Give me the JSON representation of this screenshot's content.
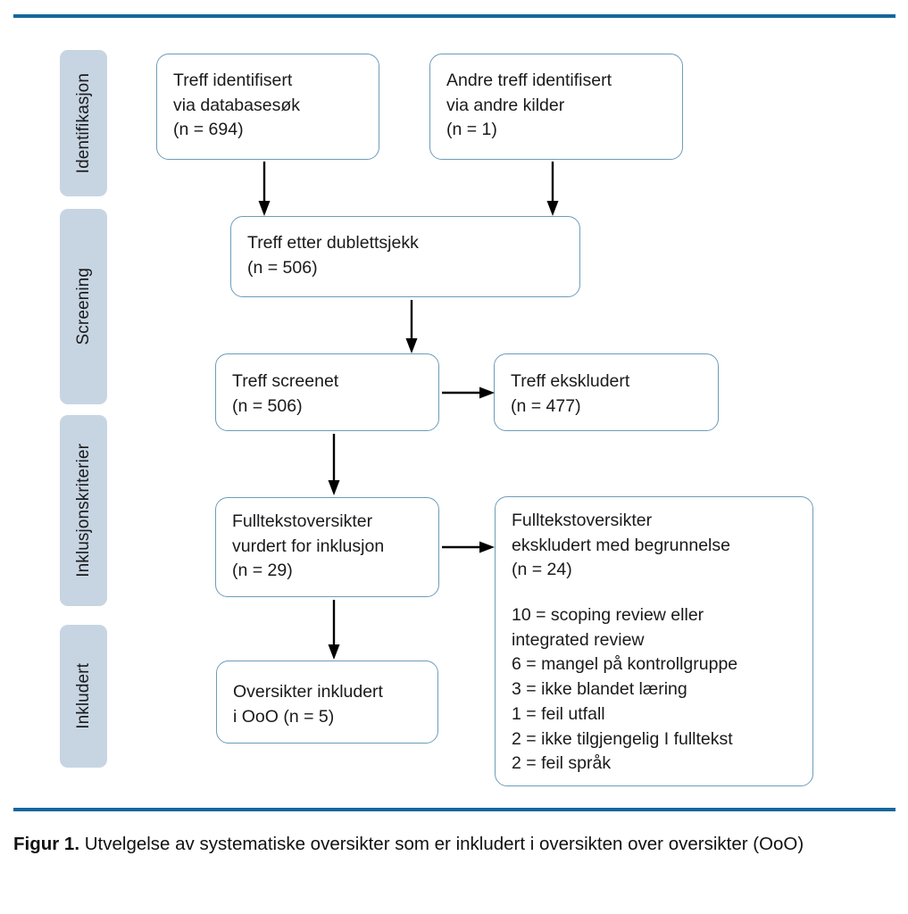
{
  "figure": {
    "type": "prisma-flow-diagram",
    "language": "no",
    "accent_color": "#14679b",
    "box_border_color": "#6d9cba",
    "stage_pill_color": "#c7d5e3",
    "text_color": "#1a1a1a"
  },
  "stages": [
    {
      "label": "Identifikasjon"
    },
    {
      "label": "Screening"
    },
    {
      "label": "Inklusjonskriterier"
    },
    {
      "label": "Inkludert"
    }
  ],
  "boxes": {
    "database_search": "Treff identifisert\nvia databasesøk\n(n = 694)",
    "other_sources": "Andre treff identifisert\nvia andre kilder\n(n = 1)",
    "after_duplicates": "Treff etter dublettsjekk\n(n = 506)",
    "screened": "Treff screenet\n(n = 506)",
    "excluded": "Treff ekskludert\n(n = 477)",
    "fulltext_assessed": "Fulltekstoversikter\nvurdert for inklusjon\n(n = 29)",
    "fulltext_excluded_head": "Fulltekstoversikter\nekskludert med begrunnelse\n(n = 24)",
    "fulltext_excluded_reasons": "10 = scoping review eller\nintegrated review\n6 = mangel på kontrollgruppe\n3 = ikke blandet læring\n1 = feil utfall\n2 = ikke tilgjengelig I fulltekst\n2 = feil språk",
    "included": "Oversikter inkludert\ni OoO (n = 5)"
  },
  "counts": {
    "database_search": 694,
    "other_sources": 1,
    "after_duplicates": 506,
    "screened": 506,
    "excluded": 477,
    "fulltext_assessed": 29,
    "fulltext_excluded": 24,
    "included": 5
  },
  "exclusion_reasons": [
    {
      "count": 10,
      "reason": "scoping review eller integrated review"
    },
    {
      "count": 6,
      "reason": "mangel på kontrollgruppe"
    },
    {
      "count": 3,
      "reason": "ikke blandet læring"
    },
    {
      "count": 1,
      "reason": "feil utfall"
    },
    {
      "count": 2,
      "reason": "ikke tilgjengelig I fulltekst"
    },
    {
      "count": 2,
      "reason": "feil språk"
    }
  ],
  "caption": {
    "prefix": "Figur 1.",
    "text": " Utvelgelse av systematiske oversikter som er inkludert i oversikten over oversikter (OoO)"
  }
}
